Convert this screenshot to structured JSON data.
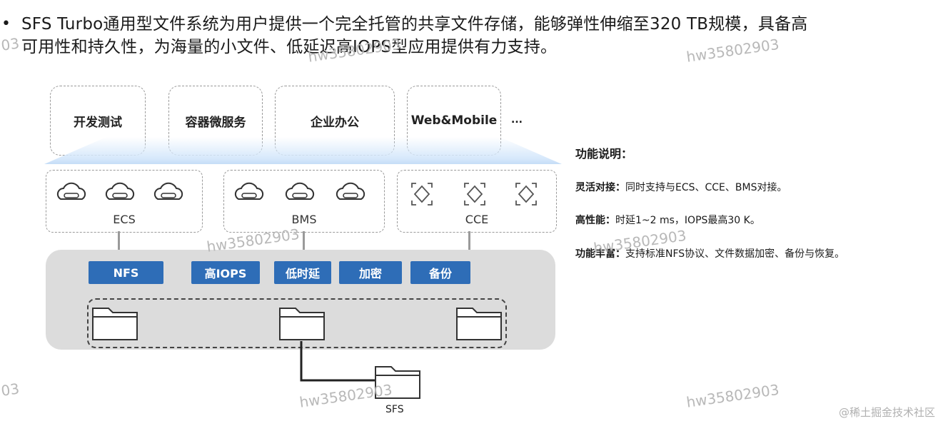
{
  "bullet": {
    "line1": "SFS Turbo通用型文件系统为用户提供一个完全托管的共享文件存储，能够弹性伸缩至320 TB规模，具备高",
    "line2": "可用性和持久性，为海量的小文件、低延迟高IOPS型应用提供有力支持。"
  },
  "scenarios": [
    "开发测试",
    "容器微服务",
    "企业办公",
    "Web&Mobile"
  ],
  "scenarios_more": "...",
  "compute_groups": [
    {
      "label": "ECS",
      "icon": "cloud-server-icon"
    },
    {
      "label": "BMS",
      "icon": "cloud-server-icon"
    },
    {
      "label": "CCE",
      "icon": "container-icon"
    }
  ],
  "features": [
    "NFS",
    "高IOPS",
    "低时延",
    "加密",
    "备份"
  ],
  "storage_label": "SFS",
  "function_panel": {
    "title": "功能说明：",
    "items": [
      {
        "term": "灵活对接：",
        "desc": "同时支持与ECS、CCE、BMS对接。"
      },
      {
        "term": "高性能：",
        "desc": "时延1~2 ms，IOPS最高30 K。"
      },
      {
        "term": "功能丰富：",
        "desc": "支持标准NFS协议、文件数据加密、备份与恢复。"
      }
    ]
  },
  "watermark_text": "hw35802903",
  "watermark_edge": "03",
  "credit": "@稀土掘金技术社区",
  "colors": {
    "tag_blue": "#2e6db7",
    "platform_gray": "#dcdcdc"
  }
}
